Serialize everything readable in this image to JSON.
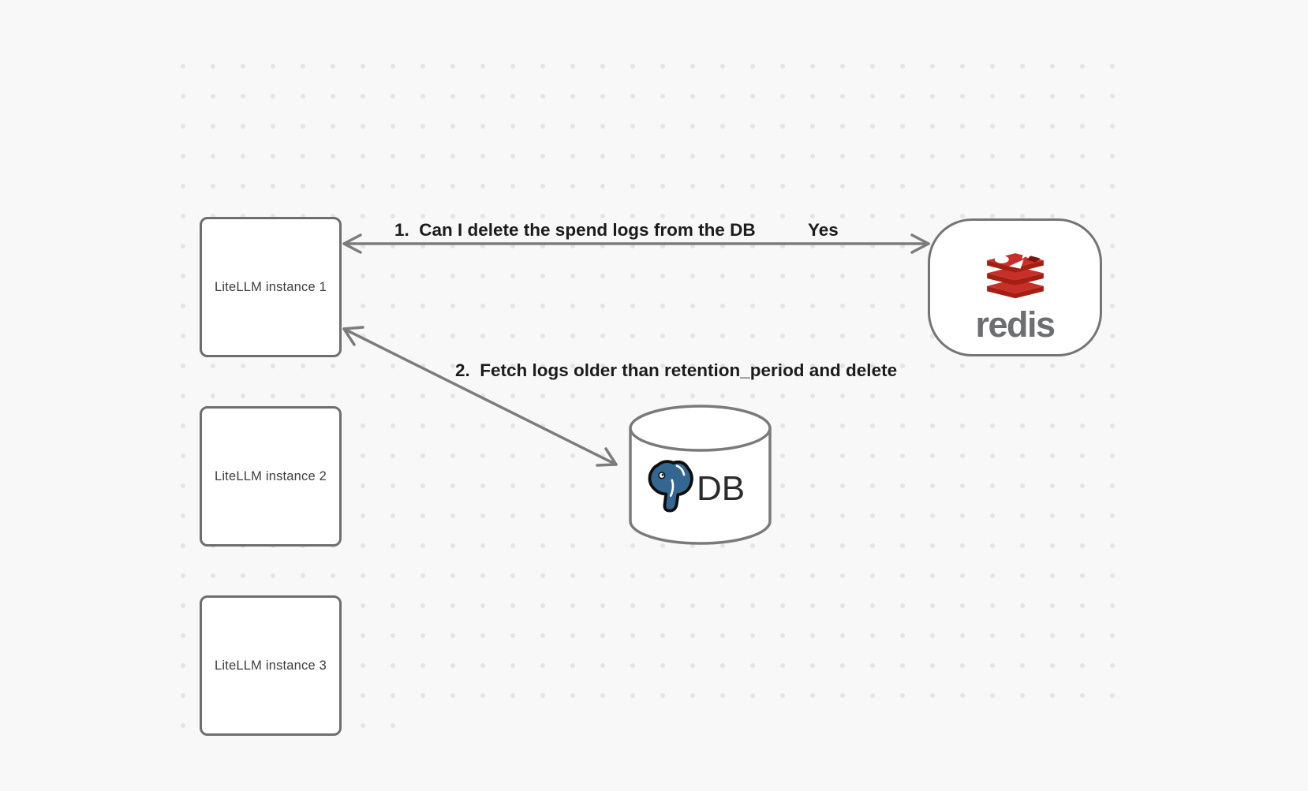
{
  "diagram": {
    "background_color": "#f8f8f8",
    "dot_color": "#e4e4e4",
    "stroke_color": "#7a7a7a",
    "instances": [
      {
        "label": "LiteLLM instance 1"
      },
      {
        "label": "LiteLLM instance 2"
      },
      {
        "label": "LiteLLM instance 3"
      }
    ],
    "redis_node": {
      "icon": "redis-stack-icon",
      "wordmark": "redis",
      "logo_red": "#C6302B",
      "logo_dark_red": "#A41E11",
      "wordmark_color": "#6d6e71"
    },
    "db_node": {
      "icon": "postgres-elephant-icon",
      "label": "DB",
      "postgres_blue": "#336791"
    },
    "connections": [
      {
        "id": "arrow-1",
        "from": "LiteLLM instance 1",
        "to": "redis",
        "style": "double-headed",
        "label": "1.  Can I delete the spend logs from the DB",
        "response_label": "Yes"
      },
      {
        "id": "arrow-2",
        "from": "LiteLLM instance 1",
        "to": "DB",
        "style": "double-headed",
        "label": "2.  Fetch logs older than retention_period and delete"
      }
    ]
  }
}
